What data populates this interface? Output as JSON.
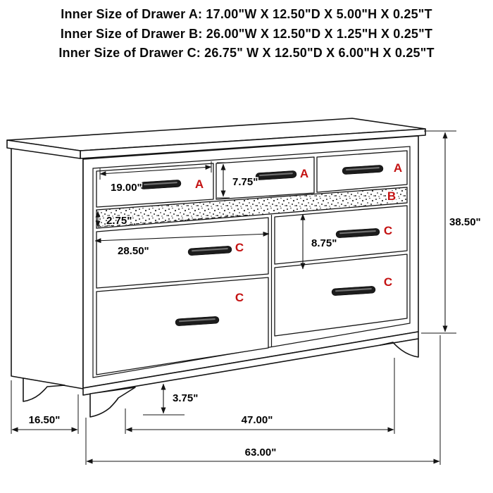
{
  "header": {
    "lines": [
      "Inner Size of Drawer A: 17.00\"W X 12.50\"D X 5.00\"H X 0.25\"T",
      "Inner Size of Drawer B: 26.00\"W X 12.50\"D X 1.25\"H X 0.25\"T",
      "Inner Size of Drawer C: 26.75\" W X 12.50\"D X 6.00\"H X 0.25\"T"
    ]
  },
  "diagram": {
    "letters": {
      "a": "A",
      "b": "B",
      "c": "C"
    },
    "dims": {
      "drawer_a_width": "19.00\"",
      "drawer_a_height": "7.75\"",
      "drawer_b_height": "2.75\"",
      "drawer_c_width": "28.50\"",
      "drawer_c_height": "8.75\"",
      "overall_height": "38.50\"",
      "foot_height": "3.75\"",
      "depth": "16.50\"",
      "foot_span": "47.00\"",
      "overall_width": "63.00\""
    },
    "colors": {
      "line": "#141414",
      "drawer_letter": "#c41212",
      "background": "#ffffff"
    }
  }
}
